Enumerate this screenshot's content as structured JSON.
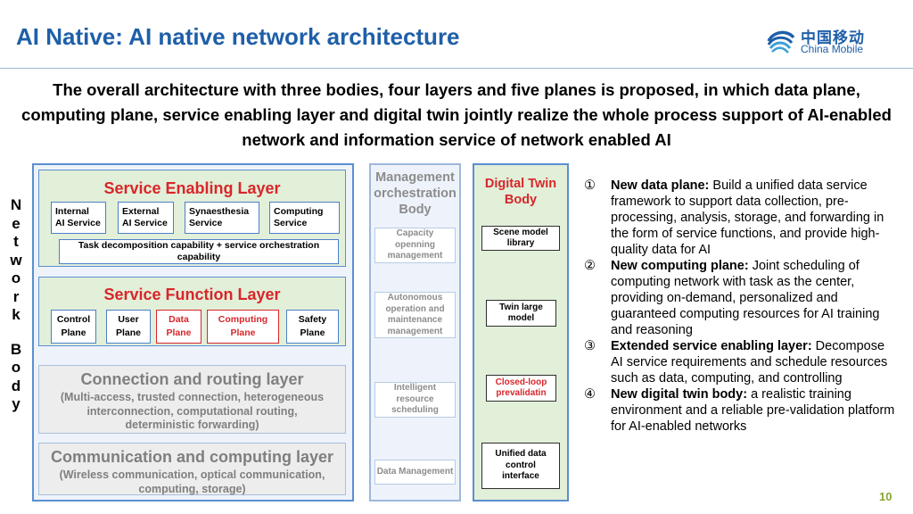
{
  "header": {
    "title": "AI Native: AI native network architecture",
    "logo_cn": "中国移动",
    "logo_en": "China Mobile",
    "accent_color": "#1f5fa8"
  },
  "intro": "The overall architecture with three bodies, four layers and five planes is proposed, in which data plane, computing plane, service enabling layer and digital twin jointly realize the whole process support of AI-enabled network and information service of network enabled AI",
  "network_body": {
    "letters": [
      "N",
      "e",
      "t",
      "w",
      "o",
      "r",
      "k",
      "",
      "B",
      "o",
      "d",
      "y"
    ]
  },
  "service_enabling": {
    "title": "Service Enabling Layer",
    "services": [
      {
        "l1": "Internal",
        "l2": "AI Service"
      },
      {
        "l1": "External",
        "l2": "AI Service"
      },
      {
        "l1": "Synaesthesia",
        "l2": "Service"
      },
      {
        "l1": "Computing",
        "l2": "Service"
      }
    ],
    "task": "Task decomposition capability + service orchestration capability"
  },
  "service_function": {
    "title": "Service Function Layer",
    "planes": [
      {
        "l1": "Control",
        "l2": "Plane"
      },
      {
        "l1": "User",
        "l2": "Plane"
      },
      {
        "l1": "Data",
        "l2": "Plane"
      },
      {
        "l1": "Computing",
        "l2": "Plane"
      },
      {
        "l1": "Safety",
        "l2": "Plane"
      }
    ]
  },
  "connection_layer": {
    "title": "Connection and routing layer",
    "sub": "(Multi-access, trusted connection, heterogeneous interconnection, computational routing, deterministic forwarding)"
  },
  "communication_layer": {
    "title": "Communication and computing layer",
    "sub": "(Wireless communication, optical communication, computing, storage)"
  },
  "management": {
    "title": "Management orchestration Body",
    "items": [
      "Capacity openning management",
      "Autonomous operation and maintenance management",
      "Intelligent resource scheduling",
      "Data Management"
    ]
  },
  "digital_twin": {
    "title": "Digital Twin Body",
    "items": [
      "Scene model library",
      "Twin large model",
      "Closed-loop prevalidatin",
      "Unified data control interface"
    ]
  },
  "features": [
    {
      "num": "①",
      "bold": "New data plane:",
      "text": " Build a unified data service framework to support data collection, pre-processing, analysis, storage, and forwarding in the form of service functions, and provide high-quality data for AI"
    },
    {
      "num": "②",
      "bold": "New computing plane:",
      "text": " Joint scheduling of computing network with task as the center, providing on-demand, personalized and guaranteed computing resources for AI training and reasoning"
    },
    {
      "num": "③",
      "bold": "Extended service enabling layer:",
      "text": " Decompose AI service requirements and schedule resources such as data, computing, and controlling"
    },
    {
      "num": "④",
      "bold": "New digital twin body:",
      "text": " a realistic training environment and a reliable pre-validation platform for AI-enabled networks"
    }
  ],
  "page_number": "10"
}
